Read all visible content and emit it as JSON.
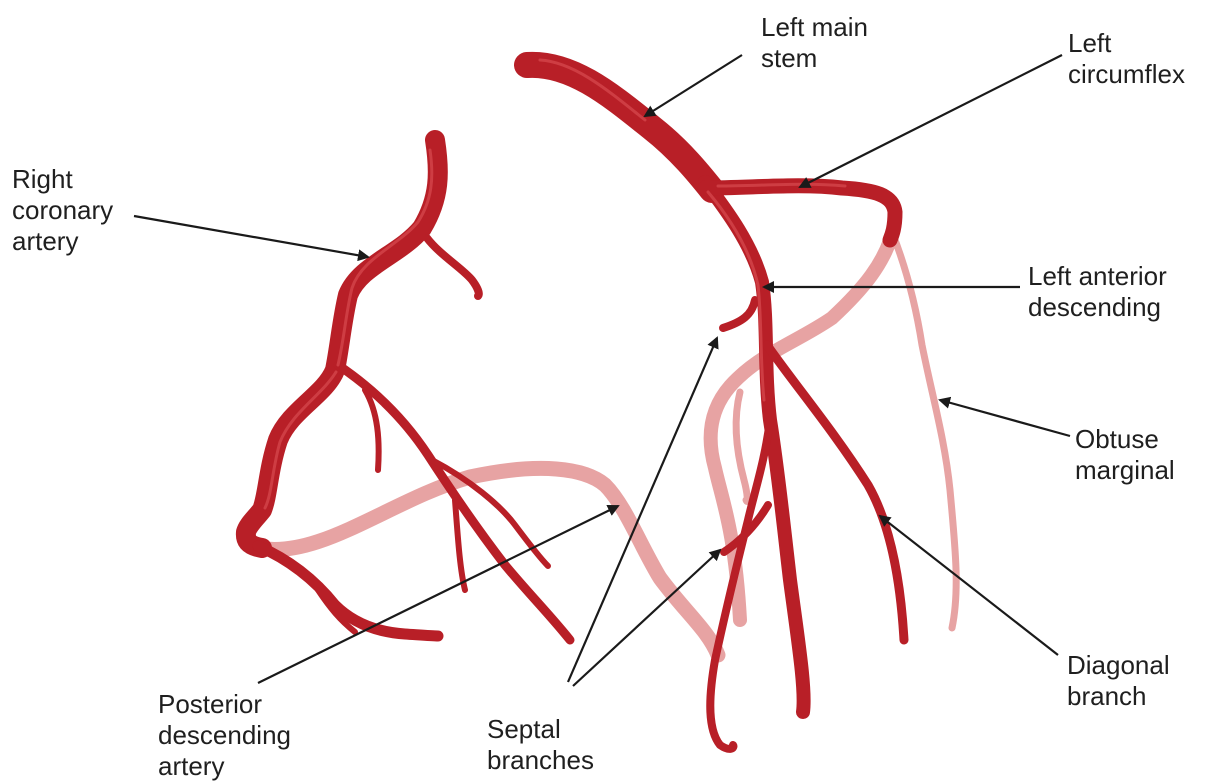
{
  "colors": {
    "artery_dark": "#b81f27",
    "artery_highlight": "#e0555b",
    "artery_rear": "#e7a3a3",
    "arrow": "#1a1a1a",
    "text": "#1f1f1f",
    "background": "#ffffff"
  },
  "labels": {
    "left_main_stem": [
      "Left main",
      "stem"
    ],
    "left_circumflex": [
      "Left",
      "circumflex"
    ],
    "right_coronary_artery": [
      "Right",
      "coronary",
      "artery"
    ],
    "left_anterior_descending": [
      "Left anterior",
      "descending"
    ],
    "obtuse_marginal": [
      "Obtuse",
      "marginal"
    ],
    "diagonal_branch": [
      "Diagonal",
      "branch"
    ],
    "posterior_descending_artery": [
      "Posterior",
      "descending",
      "artery"
    ],
    "septal_branches": [
      "Septal",
      "branches"
    ]
  }
}
